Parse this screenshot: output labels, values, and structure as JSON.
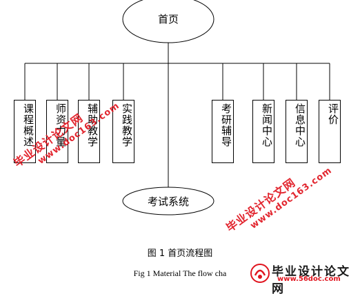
{
  "diagram": {
    "top_node": "首页",
    "bottom_node": "考试系统",
    "boxes": [
      "课程概述",
      "师资力量",
      "辅助教学",
      "实践教学",
      "考研辅导",
      "新闻中心",
      "信息中心",
      "评价"
    ]
  },
  "caption": {
    "cn": "图 1  首页流程图",
    "en": "Fig 1    Material The flow cha"
  },
  "watermark": {
    "cn": "毕业设计论文网",
    "url": "www.doc163.com",
    "logo_cn": "毕业设计论文网",
    "logo_url": "www.56doc.com"
  }
}
